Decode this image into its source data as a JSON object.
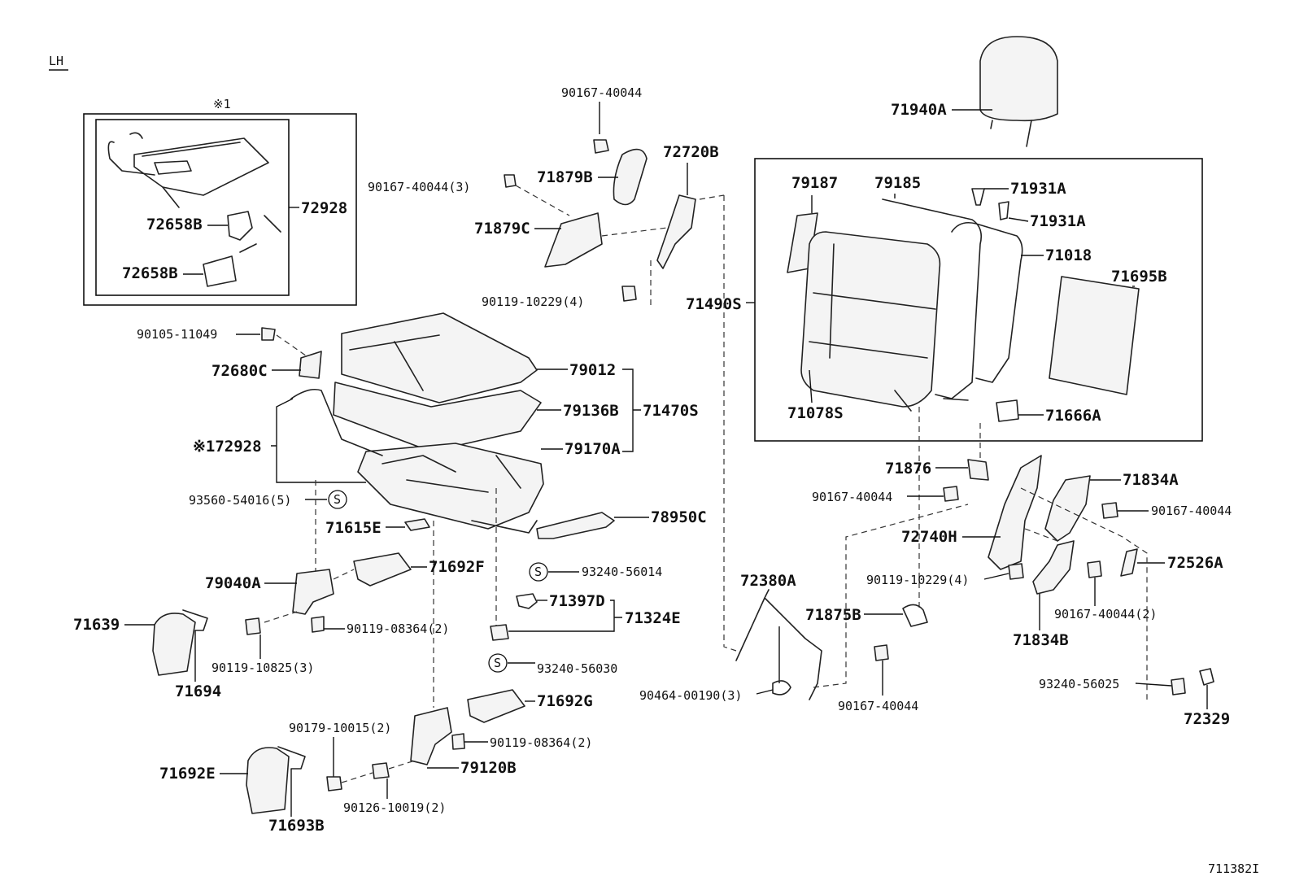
{
  "view_label": "LH",
  "inset_marker": "※1",
  "figure_id": "711382I",
  "labels": {
    "p90167_40044_top": "90167-40044",
    "p72720B": "72720B",
    "p90167_40044_3": "90167-40044(3)",
    "p71879B": "71879B",
    "p71879C": "71879C",
    "p90119_10229_4_a": "90119-10229(4)",
    "p71490S": "71490S",
    "p71940A": "71940A",
    "p79187": "79187",
    "p79185": "79185",
    "p71931A_a": "71931A",
    "p71931A_b": "71931A",
    "p71018": "71018",
    "p71695B": "71695B",
    "p71078S": "71078S",
    "p71666A": "71666A",
    "p72928": "72928",
    "p72658B_a": "72658B",
    "p72658B_b": "72658B",
    "p90105_11049": "90105-11049",
    "p72680C": "72680C",
    "p79012": "79012",
    "p79136B": "79136B",
    "p71470S": "71470S",
    "p79170A": "79170A",
    "p172928": "※172928",
    "p93560_54016_5": "93560-54016(5)",
    "p71615E": "71615E",
    "p78950C": "78950C",
    "p93240_56014": "93240-56014",
    "p71692F": "71692F",
    "p79040A": "79040A",
    "p71639": "71639",
    "p90119_08364_2_a": "90119-08364(2)",
    "p90119_10825_3": "90119-10825(3)",
    "p71694": "71694",
    "p71397D": "71397D",
    "p71324E": "71324E",
    "p93240_56030": "93240-56030",
    "p71692G": "71692G",
    "p90179_10015_2": "90179-10015(2)",
    "p90119_08364_2_b": "90119-08364(2)",
    "p79120B": "79120B",
    "p71692E": "71692E",
    "p90126_10019_2": "90126-10019(2)",
    "p71693B": "71693B",
    "p72380A": "72380A",
    "p90464_00190_3": "90464-00190(3)",
    "p71876": "71876",
    "p90167_40044_mid": "90167-40044",
    "p72740H": "72740H",
    "p90119_10229_4_b": "90119-10229(4)",
    "p71875B": "71875B",
    "p90167_40044_bot": "90167-40044",
    "p71834A": "71834A",
    "p90167_40044_right": "90167-40044",
    "p72526A": "72526A",
    "p90167_40044_2": "90167-40044(2)",
    "p71834B": "71834B",
    "p93240_56025": "93240-56025",
    "p72329": "72329"
  },
  "s_marks": {
    "s1": "S",
    "s2": "S",
    "s3": "S"
  }
}
